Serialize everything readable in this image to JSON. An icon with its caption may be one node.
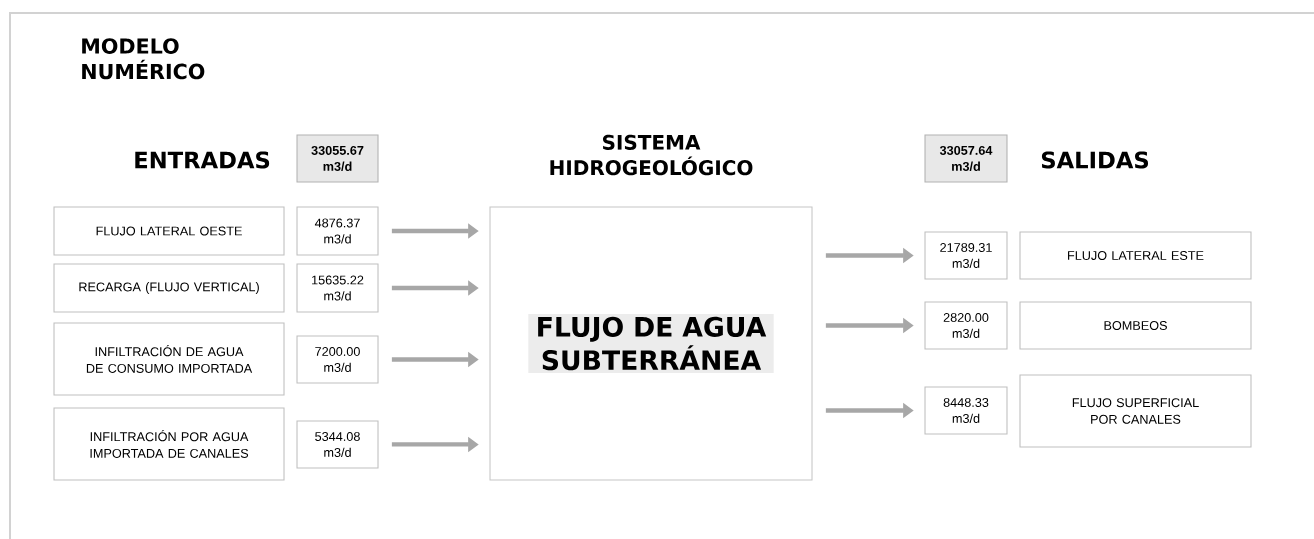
{
  "diagram": {
    "title": "MODELO NUMÉRICO",
    "nodes": [
      {
        "text": [
          "33055.67 m3/d"
        ]
      },
      {
        "text": [
          "33057.64 m3/d"
        ]
      },
      {
        "text": [
          "FLUJO LATERAL OESTE"
        ]
      },
      {
        "text": [
          "RECARGA (FLUJO VERTICAL)"
        ]
      },
      {
        "text": [
          "INFILTRACIÓN DE AGUA DE CONSUMO IMPORTADA"
        ]
      },
      {
        "text": [
          "INFILTRACIÓN POR AGUA IMPORTADA DE CANALES"
        ]
      },
      {
        "text": [
          "4876.37 m3/d"
        ]
      },
      {
        "text": [
          "15635.22 m3/d"
        ]
      },
      {
        "text": [
          "7200.00 m3/d"
        ]
      },
      {
        "text": [
          "5344.08 m3/d"
        ]
      },
      {
        "text": [
          "SISTEMA HIDROGEOLÓGICO",
          "FLUJO DE AGUA SUBTERRÁNEA"
        ]
      },
      {
        "text": [
          "21789.31 m3/d"
        ]
      },
      {
        "text": [
          "2820.00 m3/d"
        ]
      },
      {
        "text": [
          "8448.33 m3/d"
        ]
      },
      {
        "text": [
          "FLUJO LATERAL ESTE"
        ]
      },
      {
        "text": [
          "BOMBEOS"
        ]
      },
      {
        "text": [
          "FLUJO SUPERFICIAL POR CANALES"
        ]
      }
    ],
    "edges": [
      {
        "from": 6,
        "to": 10,
        "arrow": "to"
      },
      {
        "from": 7,
        "to": 10,
        "arrow": "to"
      },
      {
        "from": 8,
        "to": 10,
        "arrow": "to"
      },
      {
        "from": 9,
        "to": 10,
        "arrow": "to"
      },
      {
        "from": 10,
        "to": 11,
        "arrow": "to"
      },
      {
        "from": 10,
        "to": 12,
        "arrow": "to"
      },
      {
        "from": 10,
        "to": 13,
        "arrow": "to"
      }
    ],
    "labels": [
      "ENTRADAS",
      "SALIDAS"
    ]
  }
}
